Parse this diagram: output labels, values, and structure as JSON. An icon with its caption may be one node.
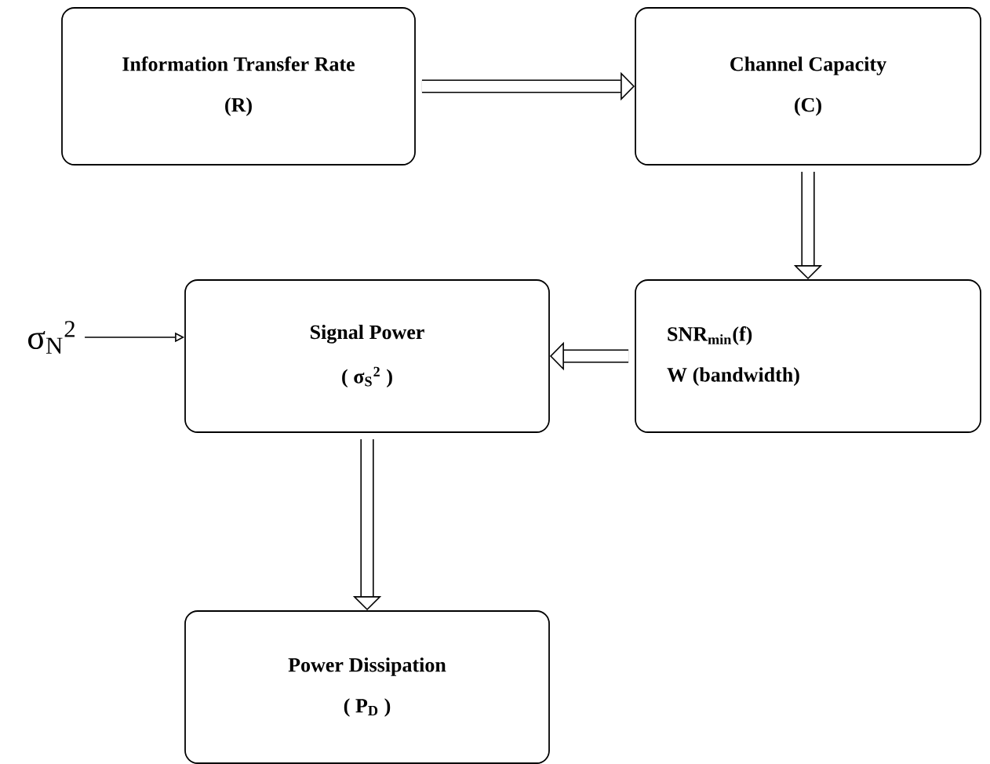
{
  "diagram": {
    "nodes": [
      {
        "text": [
          "Information Transfer Rate",
          "(R)"
        ]
      },
      {
        "text": [
          "Channel Capacity",
          "(C)"
        ]
      },
      {
        "text": [
          "SNR$_{min}$(f)",
          "W (bandwidth)"
        ]
      },
      {
        "text": [
          "Signal Power",
          "( σ$_{S}$$^{2}$ )"
        ]
      },
      {
        "text": [
          "Power Dissipation",
          "( P$_{D}$ )"
        ]
      },
      {
        "text": [
          "σ$_{N}$$^{2}$"
        ]
      }
    ],
    "edges": [
      {
        "from": 0,
        "to": 1,
        "arrow": "to"
      },
      {
        "from": 1,
        "to": 2,
        "arrow": "to"
      },
      {
        "from": 2,
        "to": 3,
        "arrow": "to"
      },
      {
        "from": 3,
        "to": 4,
        "arrow": "to"
      },
      {
        "from": 5,
        "to": 3,
        "arrow": "to"
      }
    ]
  }
}
